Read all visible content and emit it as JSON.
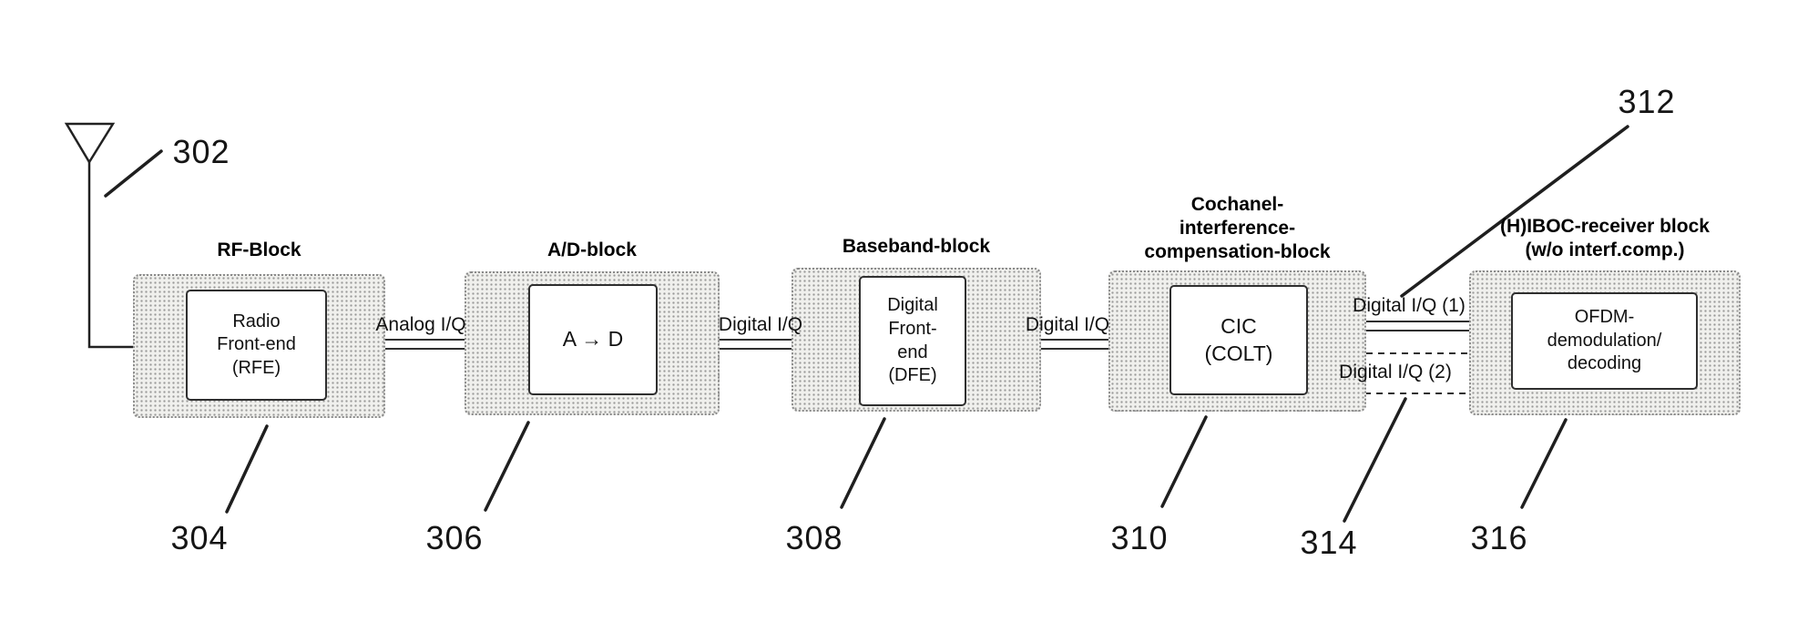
{
  "figure": {
    "refs": {
      "antenna": "302",
      "rf": "304",
      "ad": "306",
      "baseband": "308",
      "cic": "310",
      "out1_line": "312",
      "out2_line": "314",
      "iboc": "316"
    },
    "blocks": [
      {
        "title": "RF-Block",
        "inner": "Radio\nFront-end\n(RFE)"
      },
      {
        "title": "A/D-block",
        "inner": "A → D"
      },
      {
        "title": "Baseband-block",
        "inner": "Digital\nFront-\nend\n(DFE)"
      },
      {
        "title": "Cochanel-\ninterference-\ncompensation-block",
        "inner": "CIC\n(COLT)"
      },
      {
        "title": "(H)IBOC-receiver block\n(w/o interf.comp.)",
        "inner": "OFDM-\ndemodulation/\ndecoding"
      }
    ],
    "signals": {
      "analog": "Analog I/Q",
      "digital_a": "Digital I/Q",
      "digital_b": "Digital I/Q",
      "out1": "Digital I/Q (1)",
      "out2": "Digital I/Q (2)"
    }
  }
}
